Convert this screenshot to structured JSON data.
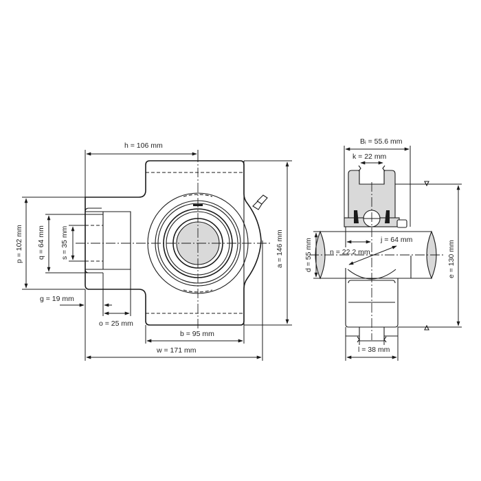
{
  "diagram": {
    "subject": "Take-up bearing unit dimension drawing",
    "colors": {
      "line": "#1a1a1a",
      "fill": "#d9d9d9",
      "background": "#ffffff"
    },
    "front_view": {
      "dimensions": {
        "h": "h = 106 mm",
        "a": "a = 146 mm",
        "p": "p = 102 mm",
        "q": "q = 64 mm",
        "s": "s = 35 mm",
        "g": "g = 19 mm",
        "o": "o = 25 mm",
        "b": "b = 95 mm",
        "w": "w = 171 mm"
      }
    },
    "side_view": {
      "dimensions": {
        "Bi": "Bᵢ = 55.6 mm",
        "k": "k = 22 mm",
        "j": "j = 64 mm",
        "n": "n = 22.2 mm",
        "d": "d = 55 mm",
        "e": "e = 130 mm",
        "l": "l = 38 mm"
      }
    }
  }
}
